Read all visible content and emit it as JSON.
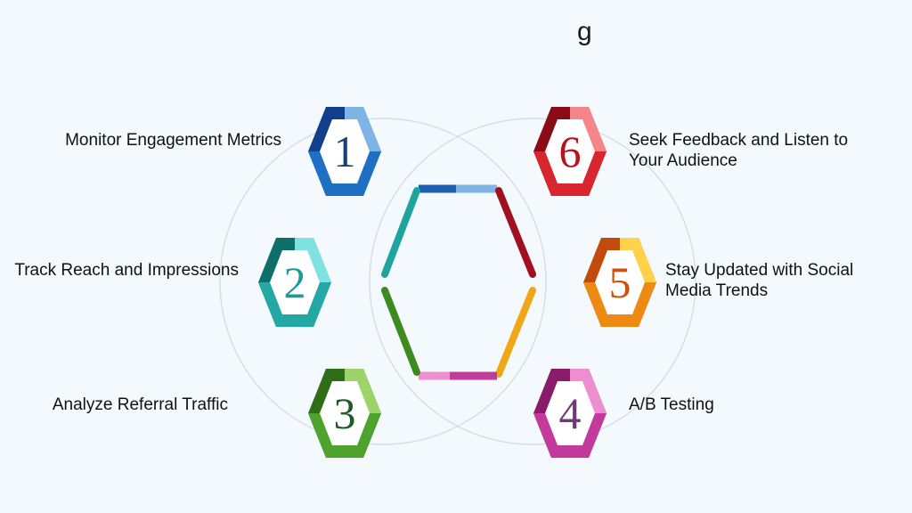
{
  "header": {
    "title": "",
    "title_tail": "g"
  },
  "steps": [
    {
      "number": "1",
      "label": "Monitor Engagement Metrics",
      "colors": {
        "dark": "#123f8c",
        "mid": "#1f6fc4",
        "light": "#7fb4e6",
        "num": "#1c3f73"
      }
    },
    {
      "number": "2",
      "label": "Track Reach and Impressions",
      "colors": {
        "dark": "#0e6f6a",
        "mid": "#23a8a5",
        "light": "#7ee2e0",
        "num": "#1e9a98"
      }
    },
    {
      "number": "3",
      "label": "Analyze Referral Traffic",
      "colors": {
        "dark": "#2f6e16",
        "mid": "#4ea32c",
        "light": "#9ed36a",
        "num": "#1f5a28"
      }
    },
    {
      "number": "4",
      "label": "A/B Testing",
      "colors": {
        "dark": "#8a1a6a",
        "mid": "#c23a9b",
        "light": "#ee8ed0",
        "num": "#6e3b73"
      }
    },
    {
      "number": "5",
      "label": "Stay Updated with Social Media Trends",
      "colors": {
        "dark": "#c24a0c",
        "mid": "#ee8a14",
        "light": "#ffd24a",
        "num": "#d2500c"
      }
    },
    {
      "number": "6",
      "label": "Seek Feedback and Listen to Your Audience",
      "colors": {
        "dark": "#8a0c16",
        "mid": "#d8262e",
        "light": "#f4868a",
        "num": "#b8121e"
      }
    }
  ]
}
